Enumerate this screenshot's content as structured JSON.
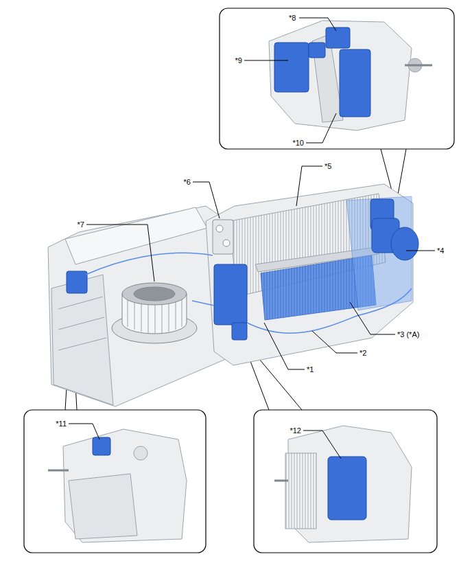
{
  "diagram": {
    "labels": [
      "*8",
      "*9",
      "*10",
      "*5",
      "*6",
      "*7",
      "*4",
      "*3 (*A)",
      "*1",
      "*2",
      "*11",
      "*12"
    ]
  }
}
